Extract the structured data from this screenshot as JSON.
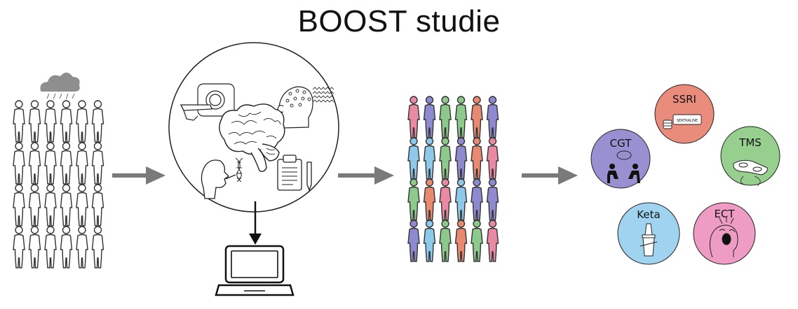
{
  "title": "BOOST studie",
  "colors": {
    "arrow": "#7a7a7a",
    "cloud": "#8e8e8e",
    "stroke": "#222222",
    "patient_palette": [
      "#e98aa5",
      "#8f8ad0",
      "#8cc98a",
      "#e88a72",
      "#8ec9ea"
    ]
  },
  "input_group": {
    "rows": 4,
    "cols": 6,
    "icon": "person-outline-icon",
    "weather": "rain-cloud-icon"
  },
  "assessment": {
    "icons": [
      "mri-scanner-icon",
      "eeg-head-icon",
      "brain-icon",
      "saliva-dna-icon",
      "clipboard-icon",
      "laptop-icon"
    ]
  },
  "stratified_group": {
    "rows": 4,
    "cols": 6,
    "color_grid": [
      [
        0,
        1,
        2,
        2,
        3,
        1
      ],
      [
        4,
        4,
        2,
        1,
        3,
        0
      ],
      [
        2,
        3,
        0,
        4,
        1,
        1
      ],
      [
        1,
        4,
        2,
        3,
        2,
        0
      ]
    ]
  },
  "treatments": [
    {
      "id": "ssri",
      "label": "SSRI",
      "color": "#ea8c7c",
      "sublabel": "SERTRALINE"
    },
    {
      "id": "cgt",
      "label": "CGT",
      "color": "#9990d2"
    },
    {
      "id": "tms",
      "label": "TMS",
      "color": "#96cf8e"
    },
    {
      "id": "keta",
      "label": "Keta",
      "color": "#9fd3ef"
    },
    {
      "id": "ect",
      "label": "ECT",
      "color": "#ee9cc4"
    }
  ]
}
